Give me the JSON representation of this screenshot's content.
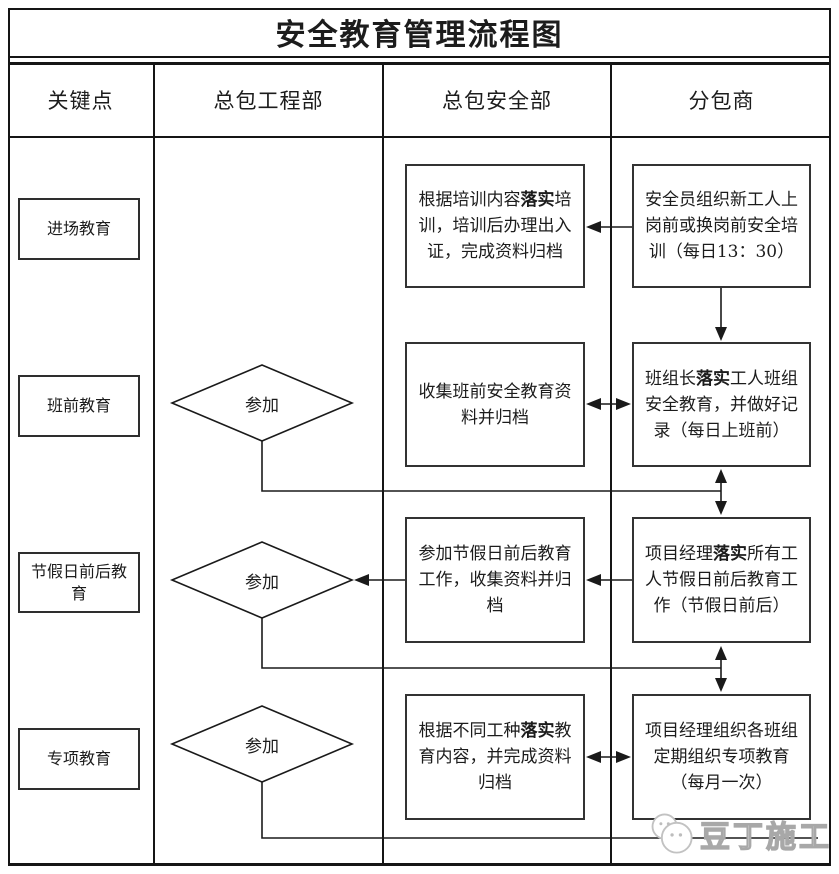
{
  "title": "安全教育管理流程图",
  "header": {
    "columns": [
      "关键点",
      "总包工程部",
      "总包安全部",
      "分包商"
    ]
  },
  "rows": [
    {
      "key": "进场教育",
      "safety_box": {
        "pre": "根据培训内容",
        "bold": "落实",
        "post": "培训，培训后办理出入证，完成资料归档"
      },
      "sub_box": {
        "pre": "安全员组织新工人上岗前或换岗前安全培训（每日13：30）",
        "bold": "",
        "post": ""
      }
    },
    {
      "key": "班前教育",
      "diamond": "参加",
      "safety_box": {
        "pre": "收集班前安全教育资料并归档",
        "bold": "",
        "post": ""
      },
      "sub_box": {
        "pre": "班组长",
        "bold": "落实",
        "post": "工人班组安全教育，并做好记录（每日上班前）"
      }
    },
    {
      "key": "节假日前后教育",
      "diamond": "参加",
      "safety_box": {
        "pre": "参加节假日前后教育工作，收集资料并归档",
        "bold": "",
        "post": ""
      },
      "sub_box": {
        "pre": "项目经理",
        "bold": "落实",
        "post": "所有工人节假日前后教育工作（节假日前后）"
      }
    },
    {
      "key": "专项教育",
      "diamond": "参加",
      "safety_box": {
        "pre": "根据不同工种",
        "bold": "落实",
        "post": "教育内容，并完成资料归档"
      },
      "sub_box": {
        "pre": "项目经理组织各班组定期组织专项教育（每月一次）",
        "bold": "",
        "post": ""
      }
    }
  ],
  "watermark": {
    "text": "豆丁施工",
    "icon": "douding-chick-logo"
  },
  "colors": {
    "line": "#1a1a1a",
    "background": "#ffffff",
    "watermark_outline": "#a8a8a8"
  }
}
